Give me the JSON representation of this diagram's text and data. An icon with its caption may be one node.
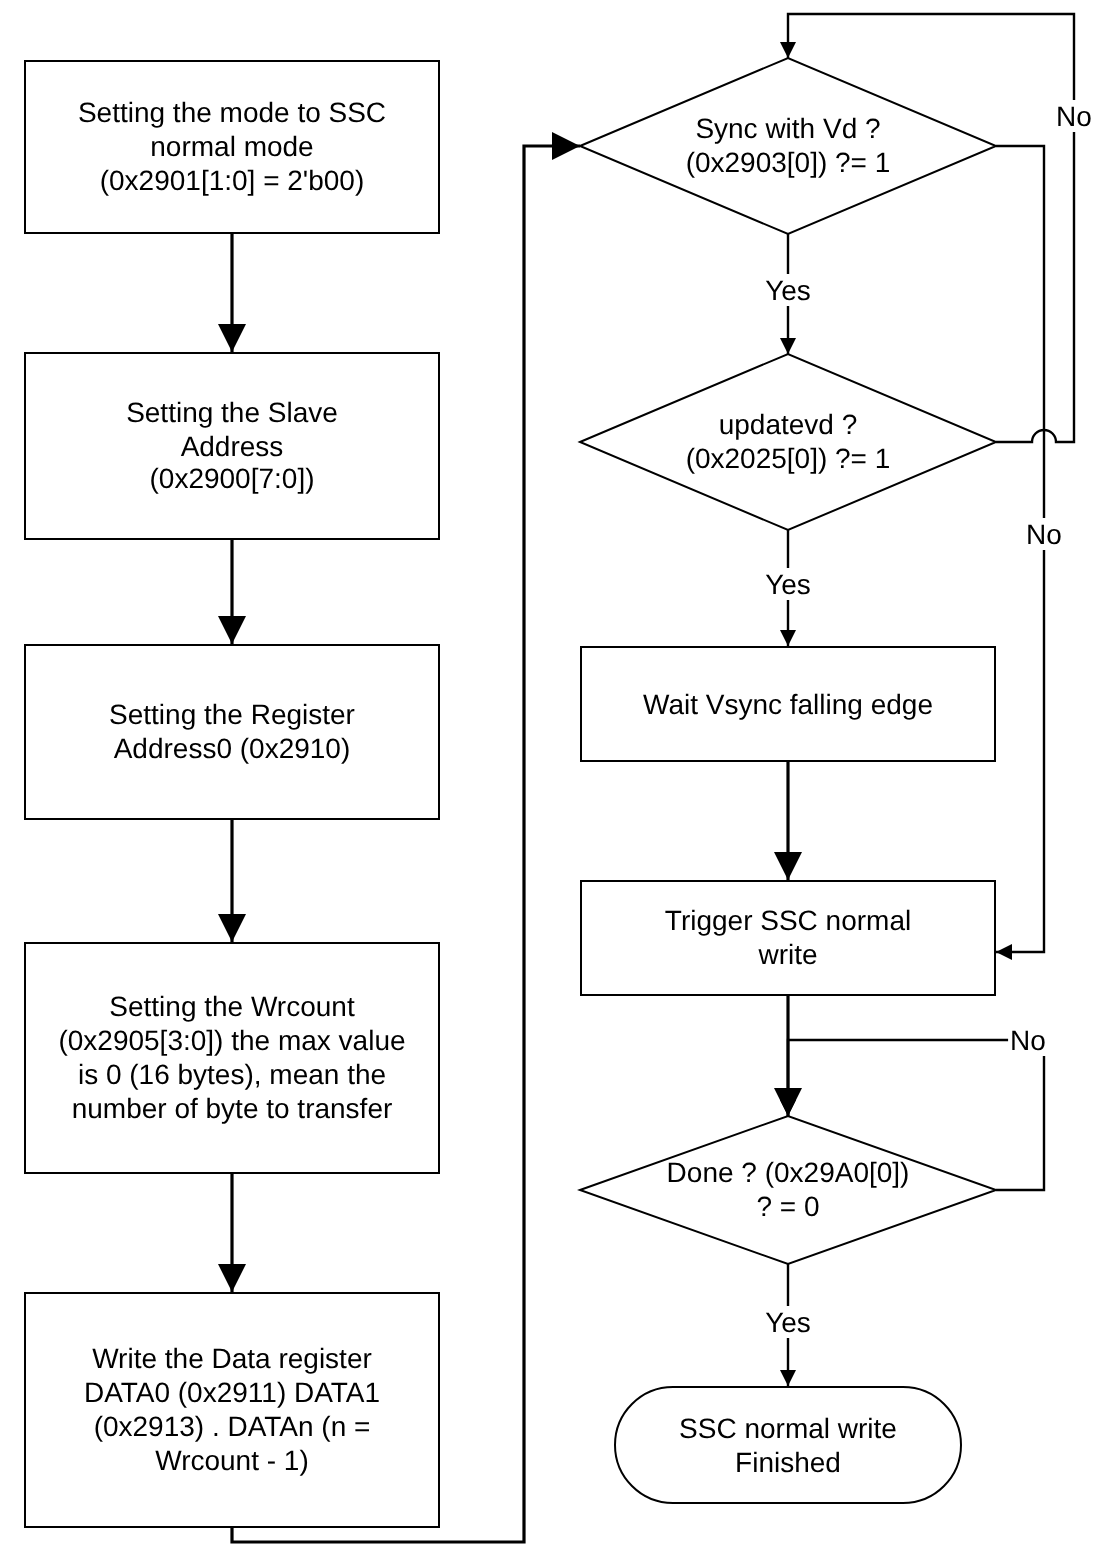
{
  "diagram": {
    "nodes": [
      {
        "text": [
          "Setting the mode to SSC normal mode (0x2901[1:0] = 2'b00)"
        ]
      },
      {
        "text": [
          "Setting the Slave Address (0x2900[7:0])"
        ]
      },
      {
        "text": [
          "Setting the Register Address0 (0x2910)"
        ]
      },
      {
        "text": [
          "Setting the Wrcount (0x2905[3:0]) the max value is 0 (16 bytes), mean the number of byte to transfer"
        ]
      },
      {
        "text": [
          "Write the Data register DATA0 (0x2911) DATA1 (0x2913) . DATAn (n = Wrcount - 1)"
        ]
      },
      {
        "text": [
          "Sync with Vd ? (0x2903[0]) ?= 1"
        ]
      },
      {
        "text": [
          "updatevd ? (0x2025[0]) ?= 1"
        ]
      },
      {
        "text": [
          "Wait Vsync falling edge"
        ]
      },
      {
        "text": [
          "Trigger SSC normal write"
        ]
      },
      {
        "text": [
          "Done ? (0x29A0[0]) ? = 0"
        ]
      },
      {
        "text": [
          "SSC normal write Finished"
        ]
      }
    ],
    "edges": [
      {
        "from": 0,
        "to": 1,
        "arrow": "to"
      },
      {
        "from": 1,
        "to": 2,
        "arrow": "to"
      },
      {
        "from": 2,
        "to": 3,
        "arrow": "to"
      },
      {
        "from": 3,
        "to": 4,
        "arrow": "to"
      },
      {
        "from": 4,
        "to": 5,
        "arrow": "to"
      },
      {
        "from": 5,
        "to": 6,
        "arrow": "to",
        "label": "Yes"
      },
      {
        "from": 5,
        "to": 8,
        "arrow": "to",
        "label": "No"
      },
      {
        "from": 6,
        "to": 5,
        "arrow": "to",
        "label": "No"
      },
      {
        "from": 6,
        "to": 7,
        "arrow": "to",
        "label": "Yes"
      },
      {
        "from": 7,
        "to": 8,
        "arrow": "to"
      },
      {
        "from": 8,
        "to": 9,
        "arrow": "to"
      },
      {
        "from": 9,
        "to": 9,
        "arrow": "to",
        "label": "No"
      },
      {
        "from": 9,
        "to": 10,
        "arrow": "to",
        "label": "Yes"
      }
    ]
  }
}
